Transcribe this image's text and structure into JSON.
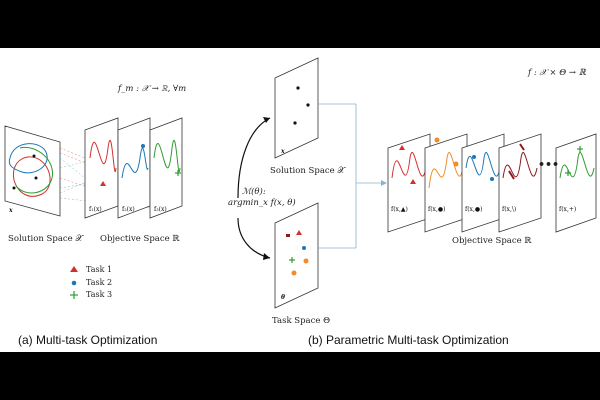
{
  "left": {
    "formula": "f_m : 𝒳 → ℝ,  ∀m",
    "solution_label": "Solution Space 𝒳",
    "objective_label": "Objective Space ℝ",
    "x_marker": "x",
    "func_labels": [
      "f₁(x)",
      "f₂(x)",
      "f₃(x)"
    ],
    "legend": [
      {
        "label": "Task 1",
        "color": "#d32f2f",
        "marker": "triangle"
      },
      {
        "label": "Task 2",
        "color": "#1f77b4",
        "marker": "circle"
      },
      {
        "label": "Task 3",
        "color": "#2e9d2e",
        "marker": "plus"
      }
    ],
    "caption": "(a) Multi-task Optimization"
  },
  "right": {
    "formula": "f : 𝒳 × Θ → ℝ",
    "solution_label": "Solution Space 𝒳",
    "task_label": "Task Space Θ",
    "mapping_line1": "ℳ(θ):",
    "mapping_line2": "argmin_x f(x, θ)",
    "x_marker": "x",
    "theta_marker": "θ",
    "objective_label": "Objective Space ℝ",
    "func_labels": [
      "f(x,▲)",
      "f(x,●)",
      "f(x,●)",
      "f(x,\\)",
      "f(x,+)"
    ],
    "ellipsis": "•••",
    "caption": "(b) Parametric Multi-task Optimization"
  },
  "colors": {
    "task1": "#d32f2f",
    "task2": "#1f77b4",
    "task3": "#2e9d2e",
    "orange": "#f28c28",
    "dark_red": "#8b1a1a"
  }
}
